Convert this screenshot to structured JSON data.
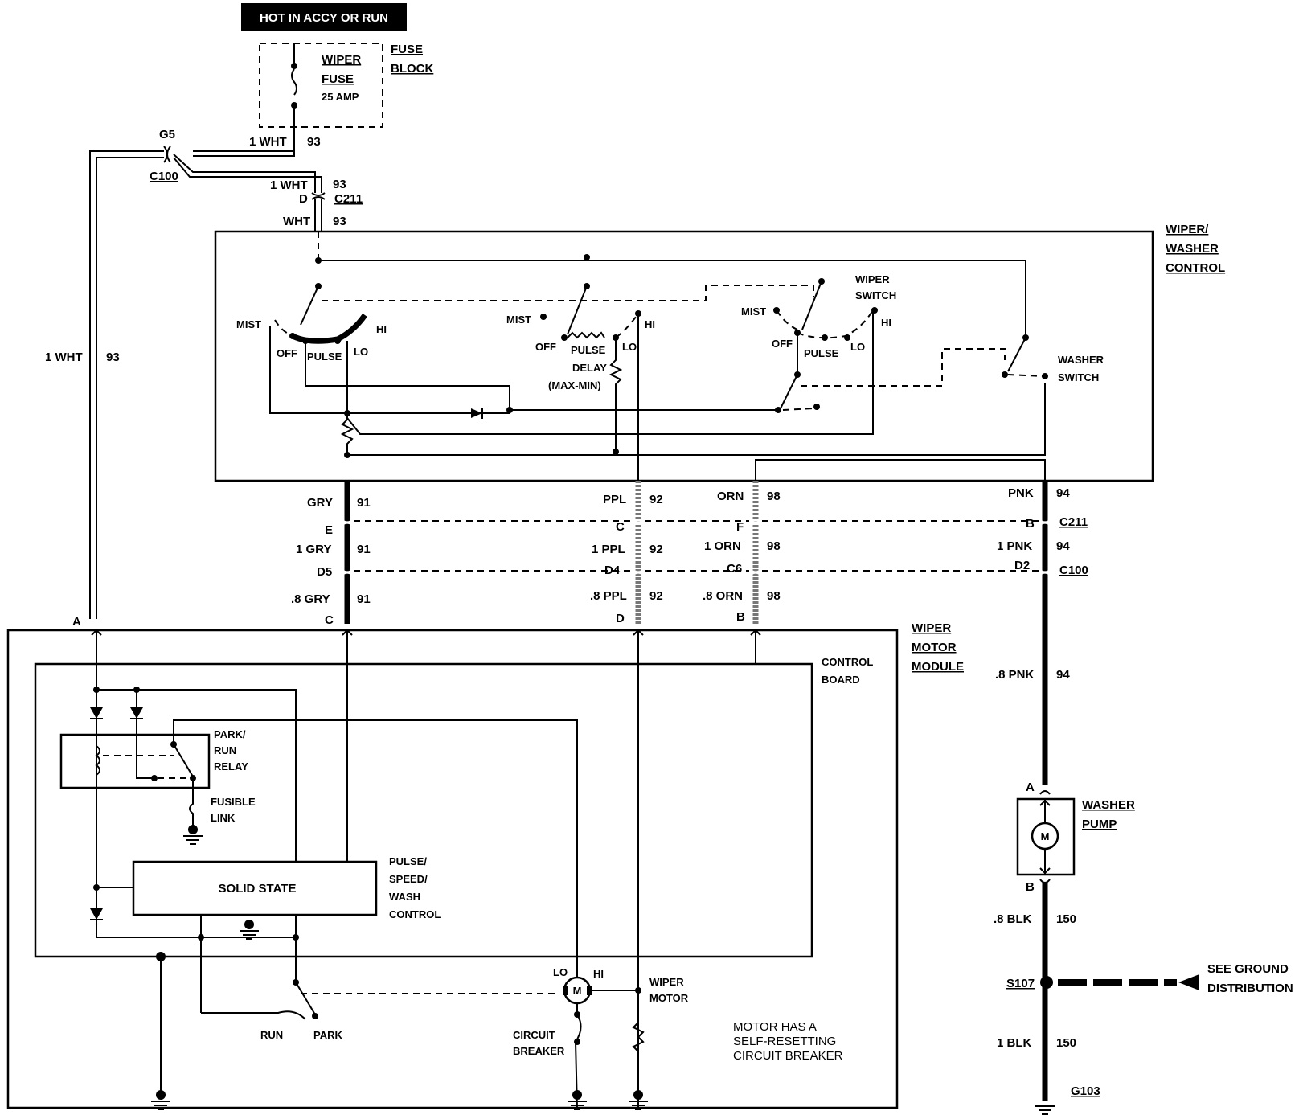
{
  "header": {
    "power_label": "HOT IN ACCY OR RUN"
  },
  "fuse_block": {
    "title1": "FUSE",
    "title2": "BLOCK",
    "fuse1": "WIPER",
    "fuse2": "FUSE",
    "rating": "25 AMP"
  },
  "feed": {
    "c100_label": "C100",
    "g5_label": "G5",
    "w1": "1 WHT",
    "c1": "93",
    "w2": "1 WHT",
    "c2": "93",
    "d_label": "D",
    "c211_label": "C211",
    "w3": "WHT",
    "c3": "93",
    "w4": "1 WHT",
    "c4": "93",
    "a_label": "A"
  },
  "control": {
    "title1": "WIPER/",
    "title2": "WASHER",
    "title3": "CONTROL",
    "sw1": {
      "mist": "MIST",
      "off": "OFF",
      "pulse": "PULSE",
      "lo": "LO",
      "hi": "HI"
    },
    "sw2": {
      "mist": "MIST",
      "off": "OFF",
      "pulse": "PULSE",
      "lo": "LO",
      "hi": "HI",
      "delay": "DELAY",
      "maxmin": "(MAX-MIN)"
    },
    "sw3": {
      "title1": "WIPER",
      "title2": "SWITCH",
      "mist": "MIST",
      "off": "OFF",
      "pulse": "PULSE",
      "lo": "LO",
      "hi": "HI"
    },
    "washer1": "WASHER",
    "washer2": "SWITCH"
  },
  "wires": {
    "gry": {
      "c1": "GRY",
      "n1": "91",
      "e": "E",
      "c2": "1 GRY",
      "n2": "91",
      "d5": "D5",
      "c3": ".8 GRY",
      "n3": "91",
      "term": "C"
    },
    "ppl": {
      "c1": "PPL",
      "n1": "92",
      "e": "C",
      "c2": "1 PPL",
      "n2": "92",
      "d5": "D4",
      "c3": ".8 PPL",
      "n3": "92",
      "term": "D"
    },
    "orn": {
      "c1": "ORN",
      "n1": "98",
      "e": "F",
      "c2": "1 ORN",
      "n2": "98",
      "d5": "C6",
      "c3": ".8 ORN",
      "n3": "98",
      "term": "B"
    },
    "pnk": {
      "c1": "PNK",
      "n1": "94",
      "e": "B",
      "conn1": "C211",
      "c2": "1 PNK",
      "n2": "94",
      "d5": "D2",
      "conn2": "C100",
      "c3": ".8 PNK",
      "n3": "94"
    }
  },
  "module": {
    "title1": "WIPER",
    "title2": "MOTOR",
    "title3": "MODULE",
    "board1": "CONTROL",
    "board2": "BOARD",
    "relay1": "PARK/",
    "relay2": "RUN",
    "relay3": "RELAY",
    "fuse1": "FUSIBLE",
    "fuse2": "LINK",
    "solid": "SOLID STATE",
    "pulse1": "PULSE/",
    "pulse2": "SPEED/",
    "pulse3": "WASH",
    "pulse4": "CONTROL",
    "run": "RUN",
    "park": "PARK",
    "lo": "LO",
    "hi": "HI",
    "motor_m": "M",
    "motor1": "WIPER",
    "motor2": "MOTOR",
    "cb1": "CIRCUIT",
    "cb2": "BREAKER",
    "note1": "MOTOR HAS A",
    "note2": "SELF-RESETTING",
    "note3": "CIRCUIT BREAKER"
  },
  "pump": {
    "a": "A",
    "b": "B",
    "title1": "WASHER",
    "title2": "PUMP",
    "m": "M",
    "w1": ".8 BLK",
    "n1": "150",
    "s107": "S107",
    "see1": "SEE GROUND",
    "see2": "DISTRIBUTION",
    "w2": "1 BLK",
    "n2": "150",
    "g103": "G103"
  }
}
